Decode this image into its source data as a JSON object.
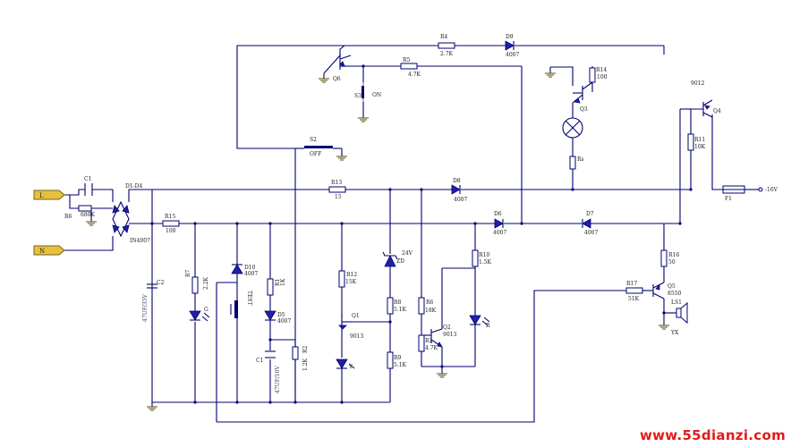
{
  "watermark": "www.55dianzi.com",
  "colors": {
    "wire": "#000070",
    "component_fill": "#2020a8",
    "tag_fill": "#e8c040",
    "watermark": "#e21a1a"
  },
  "terminals": {
    "line": "L",
    "neutral": "N",
    "dc": "-16V"
  },
  "labels": {
    "r4": "R4",
    "r4_val": "2.7K",
    "d9": "D9",
    "d9_val": "4007",
    "q6": "Q6",
    "r5": "R5",
    "r5_val": "4.7K",
    "s3": "S3",
    "s3_text": "ON",
    "s2": "S2",
    "s2_text": "OFF",
    "q3": "Q3",
    "r14": "R14",
    "r14_val": "100",
    "rs": "Rs",
    "q4_part": "9012",
    "q4": "Q4",
    "r11": "R11",
    "r11_val": "10K",
    "f1": "F1",
    "c1_top": "C1",
    "r6": "R6",
    "r6_val": "680K",
    "bridge": "D1-D4",
    "bridge_part": "IN4007",
    "r13": "R13",
    "r13_val": "15",
    "d8": "D8",
    "d8_val": "4007",
    "r15": "R15",
    "r15_val": "100",
    "d6": "D6",
    "d6_val": "4007",
    "d7": "D7",
    "d7_val": "4007",
    "c2": "C2",
    "c2_val": "47UF/35V",
    "r7": "R7",
    "r7_val": "2.2K",
    "d10": "D10",
    "d10_val": "4007",
    "test": "TEST",
    "r1": "R1",
    "r1_val": "1K",
    "d5": "D5",
    "d5_val": "4007",
    "c1_bot": "C1",
    "c1_val": "47UF/10V",
    "r2": "R2",
    "r2_val": "1.2K",
    "r12": "R12",
    "r12_val": "15K",
    "q1": "Q1",
    "q1_part": "9013",
    "zd": "24V",
    "zd_name": "ZD",
    "r8": "R8",
    "r8_val": "5.1K",
    "r9": "R9",
    "r9_val": "5.1K",
    "r6b": "R6",
    "r6b_val": "18K",
    "r3": "R3",
    "r3_val": "4.7K",
    "q2": "Q2",
    "q2_part": "9013",
    "r10": "R10",
    "r10_val": "1.5K",
    "ld_r": "R",
    "ld_g": "G",
    "ld_y": "Y",
    "r16": "R16",
    "r16_val": "50",
    "r17": "R17",
    "r17_val": "51K",
    "q5": "Q5",
    "q5_part": "8550",
    "ls": "LS1",
    "yx": "YX"
  }
}
